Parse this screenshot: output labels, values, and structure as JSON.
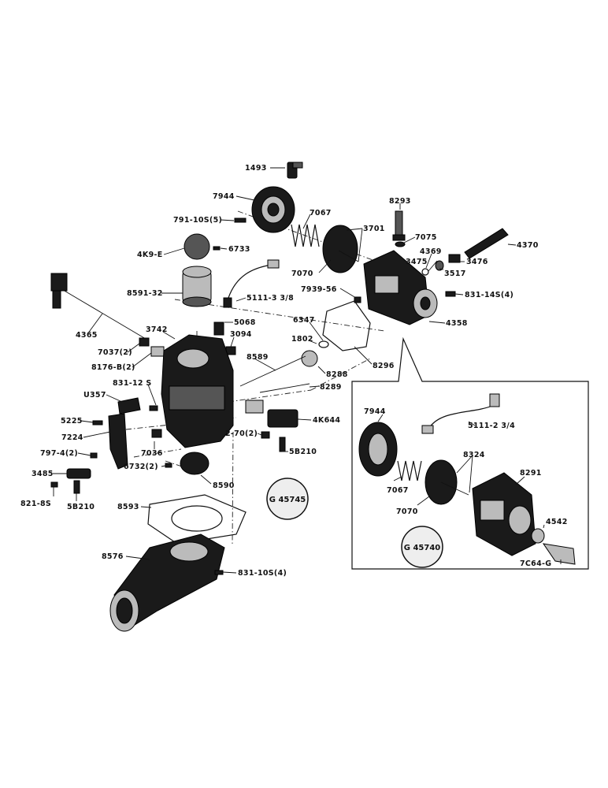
{
  "labels": [
    {
      "id": "l1493",
      "text": "1493"
    },
    {
      "id": "l7944",
      "text": "7944"
    },
    {
      "id": "l7067",
      "text": "7067"
    },
    {
      "id": "l8293",
      "text": "8293"
    },
    {
      "id": "l791",
      "text": "791-10S(5)"
    },
    {
      "id": "l3701",
      "text": "3701"
    },
    {
      "id": "l7075",
      "text": "7075"
    },
    {
      "id": "l4370",
      "text": "4370"
    },
    {
      "id": "l4k9",
      "text": "4K9-E"
    },
    {
      "id": "l6733",
      "text": "6733"
    },
    {
      "id": "l4369",
      "text": "4369"
    },
    {
      "id": "l3475",
      "text": "3475"
    },
    {
      "id": "l3476",
      "text": "3476"
    },
    {
      "id": "l7070a",
      "text": "7070"
    },
    {
      "id": "l3517",
      "text": "3517"
    },
    {
      "id": "l8591",
      "text": "8591-32"
    },
    {
      "id": "l5111a",
      "text": "5111-3 3/8"
    },
    {
      "id": "l7939",
      "text": "7939-56"
    },
    {
      "id": "l831_14",
      "text": "831-14S(4)"
    },
    {
      "id": "l4358",
      "text": "4358"
    },
    {
      "id": "l5068",
      "text": "5068"
    },
    {
      "id": "l6347",
      "text": "6347"
    },
    {
      "id": "l4365",
      "text": "4365"
    },
    {
      "id": "l3742",
      "text": "3742"
    },
    {
      "id": "l3094",
      "text": "3094"
    },
    {
      "id": "l1802",
      "text": "1802"
    },
    {
      "id": "l7037",
      "text": "7037(2)"
    },
    {
      "id": "l8176",
      "text": "8176-B(2)"
    },
    {
      "id": "l8589",
      "text": "8589"
    },
    {
      "id": "l8288",
      "text": "8288"
    },
    {
      "id": "l8296",
      "text": "8296"
    },
    {
      "id": "l831_12",
      "text": "831-12 S"
    },
    {
      "id": "l8289",
      "text": "8289"
    },
    {
      "id": "lu357",
      "text": "U357"
    },
    {
      "id": "l7944b",
      "text": "7944"
    },
    {
      "id": "l5225",
      "text": "5225"
    },
    {
      "id": "l4k644",
      "text": "4K644"
    },
    {
      "id": "l7224",
      "text": "7224"
    },
    {
      "id": "l5111b",
      "text": "5111-2 3/4"
    },
    {
      "id": "l2_70",
      "text": "2-70(2)"
    },
    {
      "id": "l8324",
      "text": "8324"
    },
    {
      "id": "l797",
      "text": "797-4(2)"
    },
    {
      "id": "l7036",
      "text": "7036"
    },
    {
      "id": "l5b210a",
      "text": "5B210"
    },
    {
      "id": "l6732",
      "text": "6732(2)"
    },
    {
      "id": "l3485",
      "text": "3485"
    },
    {
      "id": "l8590",
      "text": "8590"
    },
    {
      "id": "l7067b",
      "text": "7067"
    },
    {
      "id": "l8291",
      "text": "8291"
    },
    {
      "id": "l821",
      "text": "821-8S"
    },
    {
      "id": "l5b210b",
      "text": "5B210"
    },
    {
      "id": "l8593",
      "text": "8593"
    },
    {
      "id": "l7070b",
      "text": "7070"
    },
    {
      "id": "l4542",
      "text": "4542"
    },
    {
      "id": "l8576",
      "text": "8576"
    },
    {
      "id": "l831_10",
      "text": "831-10S(4)"
    },
    {
      "id": "l7c64",
      "text": "7C64-G"
    }
  ],
  "callouts": {
    "g45745": "G 45745",
    "g45740": "G 45740"
  }
}
